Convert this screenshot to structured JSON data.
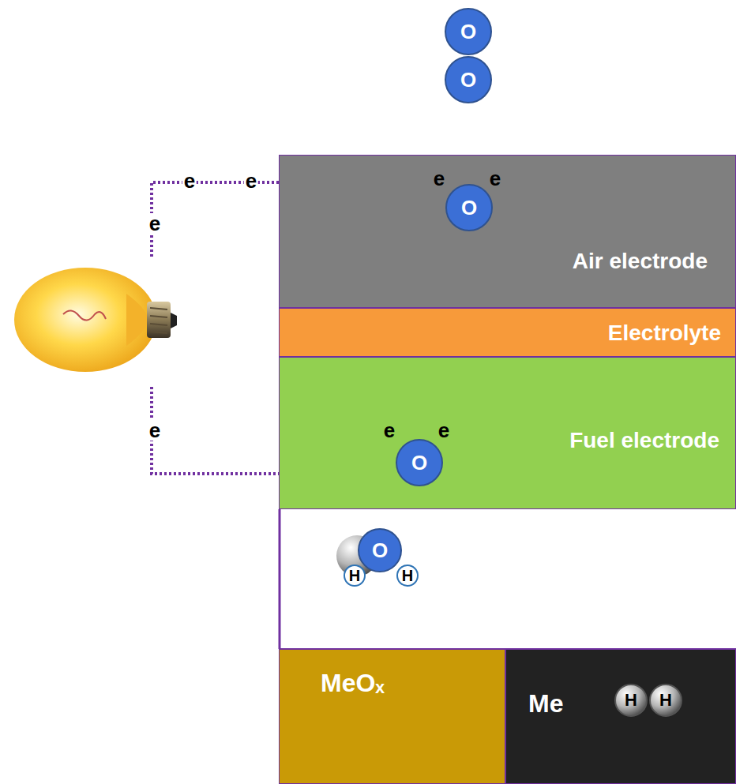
{
  "diagram": {
    "nodes": [
      {
        "text": [
          "O"
        ]
      },
      {
        "text": [
          "O"
        ]
      },
      {
        "text": [
          "Air electrode"
        ]
      },
      {
        "text": [
          "O"
        ],
        "in": 2
      },
      {
        "text": [
          "Electrolyte"
        ]
      },
      {
        "text": [
          "Fuel electrode"
        ]
      },
      {
        "text": [
          "O"
        ],
        "in": 5
      },
      {
        "text": [
          "O"
        ]
      },
      {
        "text": [
          "H"
        ]
      },
      {
        "text": [
          "H"
        ]
      },
      {
        "text": [
          "MeOₓ"
        ]
      },
      {
        "text": [
          "Me"
        ]
      },
      {
        "text": [
          "H"
        ],
        "in": 11
      },
      {
        "text": [
          "H"
        ],
        "in": 11
      }
    ],
    "labels": [
      "e",
      "e",
      "e",
      "e",
      "e",
      "e",
      "e",
      "e"
    ]
  }
}
